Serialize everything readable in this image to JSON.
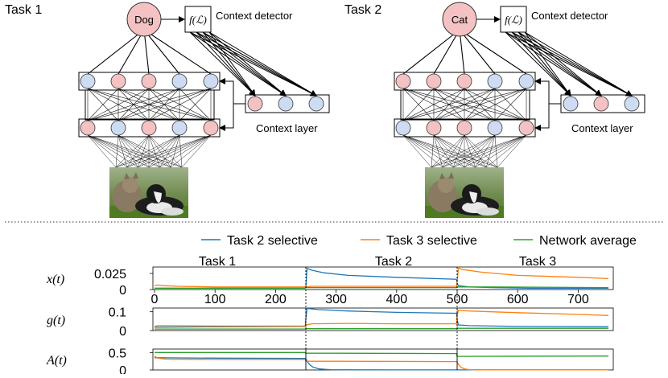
{
  "top": {
    "panels": [
      {
        "task_label": "Task 1",
        "output_label": "Dog",
        "function_label": "f(ℒ)",
        "detector_label": "Context detector",
        "context_layer_label": "Context layer",
        "hidden_top_colors": [
          "blue",
          "pink",
          "pink",
          "blue",
          "blue"
        ],
        "hidden_bottom_colors": [
          "pink",
          "blue",
          "pink",
          "blue",
          "pink"
        ],
        "context_colors": [
          "pink",
          "blue",
          "blue"
        ]
      },
      {
        "task_label": "Task 2",
        "output_label": "Cat",
        "function_label": "f(ℒ)",
        "detector_label": "Context detector",
        "context_layer_label": "Context layer",
        "hidden_top_colors": [
          "pink",
          "pink",
          "pink",
          "blue",
          "blue"
        ],
        "hidden_bottom_colors": [
          "blue",
          "pink",
          "pink",
          "blue",
          "pink"
        ],
        "context_colors": [
          "blue",
          "pink",
          "blue"
        ]
      }
    ],
    "colors": {
      "pink": "#f4c2c2",
      "blue": "#cddcf3"
    }
  },
  "bottom": {
    "legend": [
      {
        "name": "Task 2 selective",
        "color": "#1f77b4"
      },
      {
        "name": "Task 3 selective",
        "color": "#ff7f0e"
      },
      {
        "name": "Network average",
        "color": "#2ca02c"
      }
    ],
    "task_labels": [
      "Task 1",
      "Task 2",
      "Task 3"
    ]
  },
  "chart_data": [
    {
      "type": "line",
      "ylabel": "x(t)",
      "xlim": [
        0,
        750
      ],
      "ylim": [
        0,
        0.035
      ],
      "yticks": [
        "0.025",
        "0"
      ],
      "ytick_values": [
        0.025,
        0
      ],
      "xticks": [
        "0",
        "100",
        "200",
        "300",
        "400",
        "500",
        "600",
        "700"
      ],
      "xtick_values": [
        0,
        100,
        200,
        300,
        400,
        500,
        600,
        700
      ],
      "task_boundaries": [
        250,
        500
      ],
      "series": [
        {
          "name": "Task 2 selective",
          "color": "#1f77b4",
          "x": [
            0,
            100,
            249,
            250,
            252,
            260,
            280,
            320,
            400,
            499,
            500,
            502,
            520,
            560,
            620,
            700,
            750
          ],
          "y": [
            0.002,
            0.002,
            0.002,
            0.004,
            0.033,
            0.03,
            0.026,
            0.022,
            0.019,
            0.016,
            0.01,
            0.006,
            0.004,
            0.003,
            0.002,
            0.002,
            0.002
          ]
        },
        {
          "name": "Task 3 selective",
          "color": "#ff7f0e",
          "x": [
            0,
            5,
            15,
            40,
            100,
            249,
            250,
            260,
            300,
            400,
            499,
            500,
            502,
            510,
            540,
            600,
            700,
            750
          ],
          "y": [
            0.006,
            0.007,
            0.006,
            0.005,
            0.004,
            0.004,
            0.004,
            0.005,
            0.005,
            0.005,
            0.005,
            0.01,
            0.033,
            0.031,
            0.027,
            0.022,
            0.019,
            0.017
          ]
        },
        {
          "name": "Network average",
          "color": "#2ca02c",
          "x": [
            0,
            100,
            249,
            250,
            300,
            499,
            500,
            560,
            750
          ],
          "y": [
            0.002,
            0.002,
            0.002,
            0.003,
            0.003,
            0.003,
            0.004,
            0.004,
            0.003
          ]
        }
      ]
    },
    {
      "type": "line",
      "ylabel": "g(t)",
      "xlim": [
        0,
        750
      ],
      "ylim": [
        0,
        0.12
      ],
      "yticks": [
        "0.1",
        "0"
      ],
      "ytick_values": [
        0.1,
        0
      ],
      "task_boundaries": [
        250,
        500
      ],
      "series": [
        {
          "name": "Task 2 selective",
          "color": "#1f77b4",
          "x": [
            0,
            100,
            249,
            250,
            252,
            270,
            320,
            400,
            499,
            500,
            502,
            520,
            600,
            750
          ],
          "y": [
            0.018,
            0.02,
            0.022,
            0.06,
            0.118,
            0.112,
            0.104,
            0.097,
            0.092,
            0.06,
            0.03,
            0.026,
            0.022,
            0.02
          ]
        },
        {
          "name": "Task 3 selective",
          "color": "#ff7f0e",
          "x": [
            0,
            5,
            30,
            100,
            249,
            250,
            260,
            320,
            400,
            499,
            500,
            502,
            520,
            600,
            700,
            750
          ],
          "y": [
            0.022,
            0.026,
            0.026,
            0.024,
            0.024,
            0.03,
            0.036,
            0.038,
            0.036,
            0.036,
            0.08,
            0.108,
            0.104,
            0.095,
            0.086,
            0.08
          ]
        },
        {
          "name": "Network average",
          "color": "#2ca02c",
          "x": [
            0,
            100,
            249,
            250,
            300,
            499,
            500,
            520,
            750
          ],
          "y": [
            0.008,
            0.008,
            0.008,
            0.01,
            0.01,
            0.01,
            0.012,
            0.012,
            0.012
          ]
        }
      ]
    },
    {
      "type": "line",
      "ylabel": "A(t)",
      "xlim": [
        0,
        750
      ],
      "ylim": [
        0,
        0.6
      ],
      "yticks": [
        "0.5",
        "0"
      ],
      "ytick_values": [
        0.5,
        0
      ],
      "task_boundaries": [
        250,
        500
      ],
      "series": [
        {
          "name": "Task 2 selective",
          "color": "#1f77b4",
          "x": [
            0,
            100,
            249,
            250,
            252,
            256,
            262,
            272,
            290,
            320,
            400,
            499,
            500,
            750
          ],
          "y": [
            0.35,
            0.34,
            0.33,
            0.32,
            0.25,
            0.16,
            0.08,
            0.03,
            0.01,
            0.005,
            0.003,
            0.003,
            0.003,
            0.003
          ]
        },
        {
          "name": "Task 3 selective",
          "color": "#ff7f0e",
          "x": [
            0,
            5,
            20,
            100,
            249,
            250,
            300,
            499,
            500,
            502,
            506,
            512,
            520,
            540,
            600,
            750
          ],
          "y": [
            0.4,
            0.34,
            0.31,
            0.3,
            0.3,
            0.25,
            0.25,
            0.24,
            0.24,
            0.16,
            0.08,
            0.03,
            0.01,
            0.005,
            0.003,
            0.003
          ]
        },
        {
          "name": "Network average",
          "color": "#2ca02c",
          "x": [
            0,
            100,
            249,
            250,
            300,
            499,
            500,
            750
          ],
          "y": [
            0.5,
            0.5,
            0.5,
            0.48,
            0.48,
            0.47,
            0.39,
            0.4
          ]
        }
      ]
    }
  ]
}
